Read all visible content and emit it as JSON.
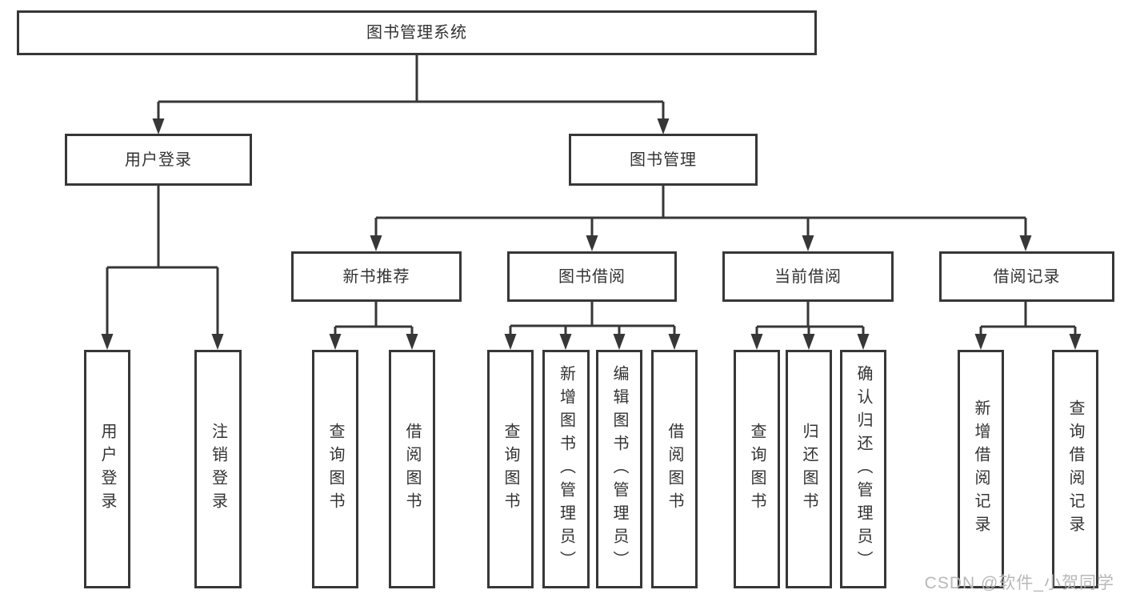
{
  "diagram": {
    "type": "hierarchy-tree",
    "colors": {
      "line": "#373737",
      "box_border": "#373737",
      "text": "#333333",
      "background": "#ffffff",
      "watermark": "#b8b8b8"
    },
    "nodes": {
      "root": {
        "label": "图书管理系统"
      },
      "userLogin": {
        "label": "用户登录"
      },
      "bookManagement": {
        "label": "图书管理"
      },
      "newBookRecommendation": {
        "label": "新书推荐"
      },
      "bookBorrowing": {
        "label": "图书借阅"
      },
      "currentBorrowing": {
        "label": "当前借阅"
      },
      "borrowingRecords": {
        "label": "借阅记录"
      },
      "loginLeaf": {
        "label": "用户登录"
      },
      "logoutLeaf": {
        "label": "注销登录"
      },
      "queryBooksA": {
        "label": "查询图书"
      },
      "borrowBooksA": {
        "label": "借阅图书"
      },
      "queryBooksB": {
        "label": "查询图书"
      },
      "addBooksAdmin": {
        "label": "新增图书（管理员）"
      },
      "editBooksAdmin": {
        "label": "编辑图书（管理员）"
      },
      "borrowBooksB": {
        "label": "借阅图书"
      },
      "queryBooksC": {
        "label": "查询图书"
      },
      "returnBooks": {
        "label": "归还图书"
      },
      "confirmReturnAdmin": {
        "label": "确认归还（管理员）"
      },
      "addBorrowRecord": {
        "label": "新增借阅记录"
      },
      "queryBorrowRecord": {
        "label": "查询借阅记录"
      }
    },
    "structure": {
      "图书管理系统": {
        "用户登录": [
          "用户登录",
          "注销登录"
        ],
        "图书管理": {
          "新书推荐": [
            "查询图书",
            "借阅图书"
          ],
          "图书借阅": [
            "查询图书",
            "新增图书（管理员）",
            "编辑图书（管理员）",
            "借阅图书"
          ],
          "当前借阅": [
            "查询图书",
            "归还图书",
            "确认归还（管理员）"
          ],
          "借阅记录": [
            "新增借阅记录",
            "查询借阅记录"
          ]
        }
      }
    },
    "watermark": {
      "text": "CSDN @软件_小贺同学"
    }
  }
}
